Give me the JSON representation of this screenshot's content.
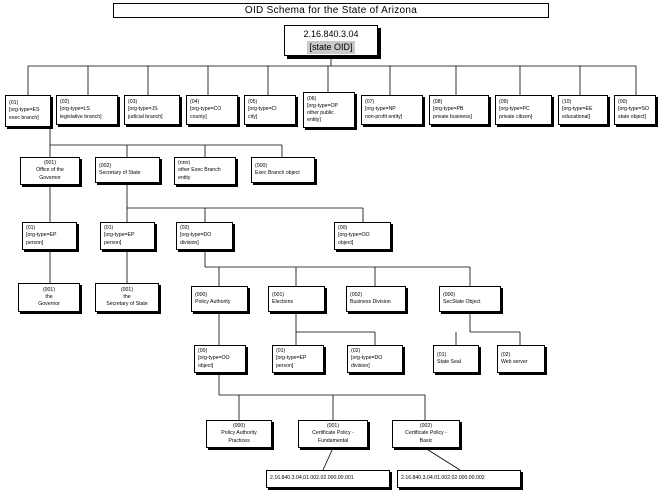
{
  "title": "OID Schema for the State of Arizona",
  "root": {
    "line1": "2.16.840.3.04",
    "line2": "[state OID]"
  },
  "level1": [
    {
      "code": "(01)",
      "l1": "[org-type=ES",
      "l2": "exec branch]"
    },
    {
      "code": "(02)",
      "l1": "[org-type=LS",
      "l2": "legislative branch]"
    },
    {
      "code": "(03)",
      "l1": "[org-type=JS",
      "l2": "judicial branch]"
    },
    {
      "code": "(04)",
      "l1": "[org-type=CO",
      "l2": "county]"
    },
    {
      "code": "(05)",
      "l1": "[org-type=CI",
      "l2": "city]"
    },
    {
      "code": "(06)",
      "l1": "[org-type=OP",
      "l2": "other public",
      "l3": "entity]"
    },
    {
      "code": "(07)",
      "l1": "[org-type=NP",
      "l2": "non-profit entity]"
    },
    {
      "code": "(08)",
      "l1": "[org-type=PB",
      "l2": "private business]"
    },
    {
      "code": "(09)",
      "l1": "[org-type=PC",
      "l2": "private citizen]"
    },
    {
      "code": "(10)",
      "l1": "[org-type=EE",
      "l2": "educational]"
    },
    {
      "code": "(00)",
      "l1": "[org-type=SO",
      "l2": "state object]"
    }
  ],
  "level2": [
    {
      "code": "(001)",
      "l1": "Office of the",
      "l2": "Governor"
    },
    {
      "code": "(002)",
      "l1": "Secretary of State"
    },
    {
      "code": "(nnn)",
      "l1": "other Exec Branch",
      "l2": "entity"
    },
    {
      "code": "(000)",
      "l1": "Exec Branch object"
    }
  ],
  "gov_person": {
    "code": "(01)",
    "l1": "[org-type=EP",
    "l2": "person]"
  },
  "gov_leaf": {
    "code": "(001)",
    "l1": "the",
    "l2": "Governor"
  },
  "sos_person": {
    "code": "(01)",
    "l1": "[org-type=EP",
    "l2": "person]"
  },
  "sos_leaf": {
    "code": "(001)",
    "l1": "the",
    "l2": "Secretary of State"
  },
  "sos_division": {
    "code": "(02)",
    "l1": "[org-type=DO",
    "l2": "division]"
  },
  "sos_object": {
    "code": "(00)",
    "l1": "[org-type=OO",
    "l2": "object]"
  },
  "divisions": [
    {
      "code": "(000)",
      "l1": "Policy Authority"
    },
    {
      "code": "(001)",
      "l1": "Elections"
    },
    {
      "code": "(002)",
      "l1": "Business Division"
    },
    {
      "code": "(000)",
      "l1": "SecState Object"
    }
  ],
  "elections_children": [
    {
      "code": "(01)",
      "l1": "[org-type=EP",
      "l2": "person]"
    },
    {
      "code": "(02)",
      "l1": "[org-type=DO",
      "l2": "division]"
    }
  ],
  "secstate_children": [
    {
      "code": "(01)",
      "l1": "State Seal"
    },
    {
      "code": "(02)",
      "l1": "Web server"
    }
  ],
  "policy_object": {
    "code": "(00)",
    "l1": "[org-type=OO",
    "l2": "object]"
  },
  "policies": [
    {
      "code": "(000)",
      "l1": "Policy Authority",
      "l2": "Practices"
    },
    {
      "code": "(001)",
      "l1": "Certificate Policy -",
      "l2": "Fundamental"
    },
    {
      "code": "(002)",
      "l1": "Certificate Policy -",
      "l2": "Basic"
    }
  ],
  "oids": [
    "2.16.840.3.04.01.002.02.000.00.001",
    "2.16.840.3.04.01.002.02.000.00.002"
  ]
}
